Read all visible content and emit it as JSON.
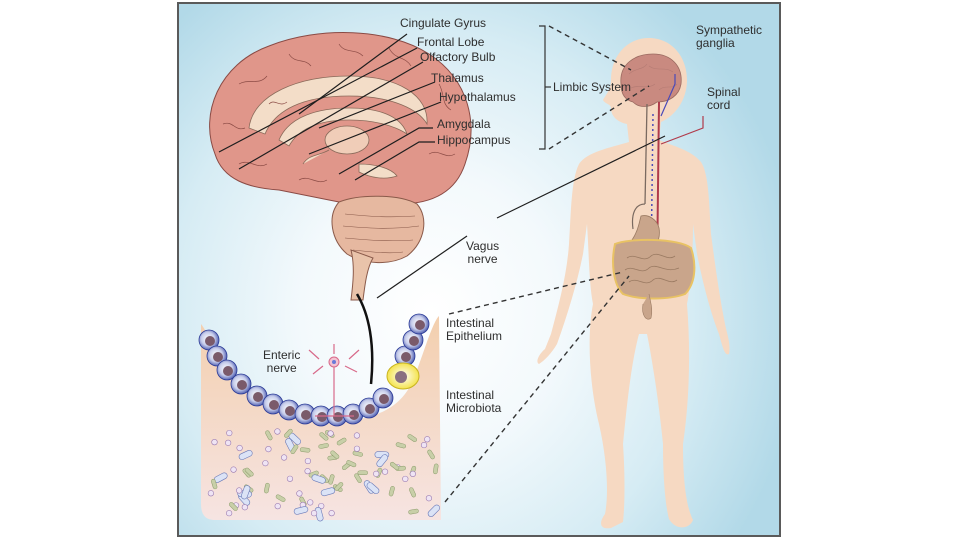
{
  "figure": {
    "title": "Gut-brain axis diagram",
    "brain_labels": [
      {
        "id": "cingulate-gyrus",
        "text": "Cingulate Gyrus"
      },
      {
        "id": "frontal-lobe",
        "text": "Frontal Lobe"
      },
      {
        "id": "olfactory-bulb",
        "text": "Olfactory Bulb"
      },
      {
        "id": "thalamus",
        "text": "Thalamus"
      },
      {
        "id": "hypothalamus",
        "text": "Hypothalamus"
      },
      {
        "id": "amygdala",
        "text": "Amygdala"
      },
      {
        "id": "hippocampus",
        "text": "Hippocampus"
      }
    ],
    "limbic_system_label": "Limbic System",
    "sympathetic_ganglia": [
      "Sympathetic",
      "ganglia"
    ],
    "spinal_cord": [
      "Spinal",
      "cord"
    ],
    "vagus_nerve": [
      "Vagus",
      "nerve"
    ],
    "intestinal_epithelium": [
      "Intestinal",
      "Epithelium"
    ],
    "intestinal_microbiota": [
      "Intestinal",
      "Microbiota"
    ],
    "enteric_nerve": [
      "Enteric",
      "nerve"
    ],
    "colors": {
      "background_edge": "#b2d9e8",
      "brain": "#e0968a",
      "limbic": "#f3ddc8",
      "skin": "#f6d9c2",
      "gut": "#c9a58b",
      "epithelium_cell": "#3a4aa6",
      "nucleus": "#7a5a6a",
      "goblet_cell": "#f4e44a",
      "tissue": "#f3cfae",
      "sympathetic_line": "#4a4ab8",
      "spinal_line": "#b03a4a",
      "enteric_neuron": "#d86a8a"
    }
  }
}
